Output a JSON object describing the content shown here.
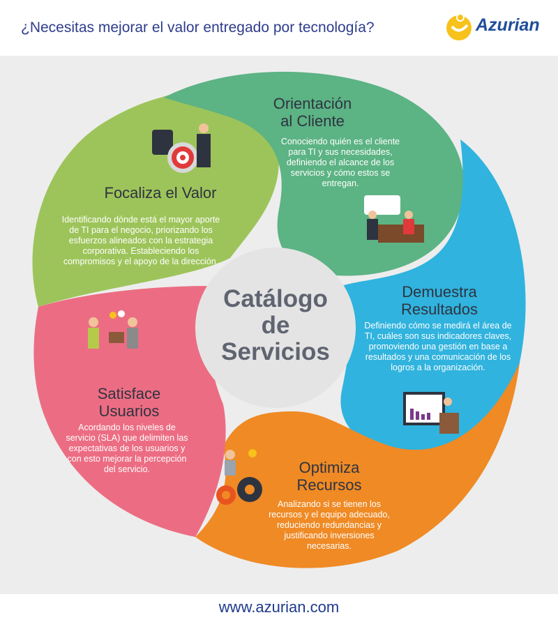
{
  "header": {
    "title": "¿Necesitas mejorar el valor entregado por tecnología?",
    "logo_text": "Azurian"
  },
  "center": {
    "line1": "Catálogo",
    "line2": "de",
    "line3": "Servicios"
  },
  "sections": {
    "focaliza": {
      "title": "Focaliza el Valor",
      "description": "Identificando dónde está el mayor aporte de TI para el negocio, priorizando los esfuerzos alineados con la estrategia corporativa. Estableciendo los compromisos y el apoyo de la dirección."
    },
    "orientacion": {
      "title_line1": "Orientación",
      "title_line2": "al Cliente",
      "description": "Conociendo quién es el cliente para TI y sus necesidades, definiendo el alcance de los servicios y cómo estos se entregan."
    },
    "demuestra": {
      "title_line1": "Demuestra",
      "title_line2": "Resultados",
      "description": "Definiendo cómo se medirá el área de TI, cuáles son sus indicadores claves, promoviendo una gestión en base a resultados y una comunicación de los logros a la organización."
    },
    "optimiza": {
      "title_line1": "Optimiza",
      "title_line2": "Recursos",
      "description": "Analizando si se tienen los recursos y el equipo adecuado, reduciendo redundancias y justificando inversiones necesarias."
    },
    "satisface": {
      "title_line1": "Satisface",
      "title_line2": "Usuarios",
      "description": "Acordando los niveles de servicio (SLA) que delimiten las expectativas de los usuarios y con esto mejorar la percepción del servicio."
    }
  },
  "colors": {
    "green_light": "#9dc45a",
    "green_teal": "#5cb384",
    "blue": "#30b3de",
    "orange": "#ef8a25",
    "pink": "#ec6d83",
    "center_gray": "#e4e4e4"
  },
  "footer": {
    "url": "www.azurian.com"
  }
}
